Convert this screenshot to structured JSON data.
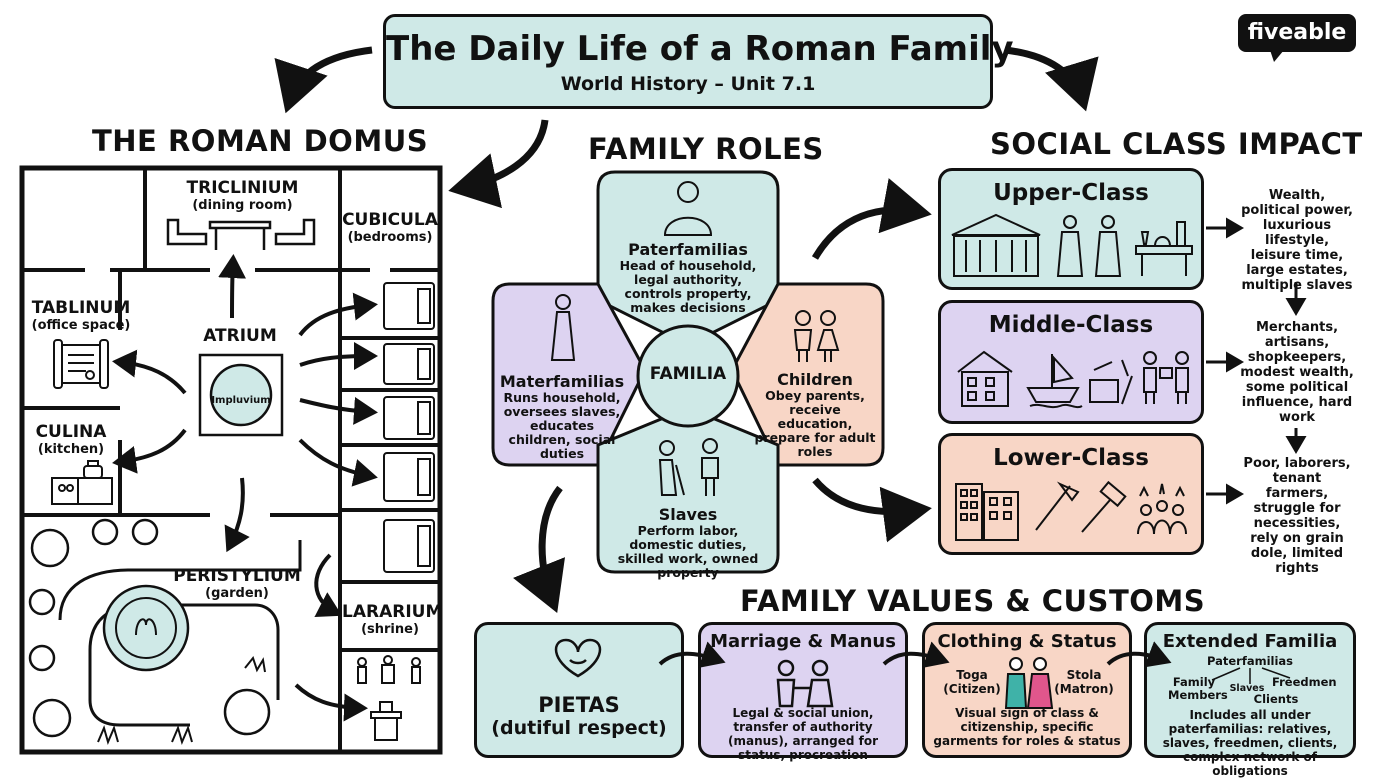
{
  "logo": "fiveable",
  "header": {
    "title": "The Daily Life of a Roman Family",
    "subtitle": "World History – Unit 7.1"
  },
  "domus": {
    "heading": "THE ROMAN DOMUS",
    "triclinium": {
      "name": "TRICLINIUM",
      "desc": "(dining room)"
    },
    "cubicula": {
      "name": "CUBICULA",
      "desc": "(bedrooms)"
    },
    "tablinum": {
      "name": "TABLINUM",
      "desc": "(office space)"
    },
    "atrium": {
      "name": "ATRIUM",
      "impluvium": "Impluvium"
    },
    "culina": {
      "name": "CULINA",
      "desc": "(kitchen)"
    },
    "peristylium": {
      "name": "PERISTYLIUM",
      "desc": "(garden)"
    },
    "lararium": {
      "name": "LARARIUM",
      "desc": "(shrine)"
    }
  },
  "roles": {
    "heading": "FAMILY ROLES",
    "center": "FAMILIA",
    "paterfamilias": {
      "title": "Paterfamilias",
      "desc": "Head of household, legal authority, controls property, makes decisions"
    },
    "materfamilias": {
      "title": "Materfamilias",
      "desc": "Runs household, oversees slaves, educates children, social duties"
    },
    "children": {
      "title": "Children",
      "desc": "Obey parents, receive education, prepare for adult roles"
    },
    "slaves": {
      "title": "Slaves",
      "desc": "Perform labor, domestic duties, skilled work, owned property"
    }
  },
  "social": {
    "heading": "SOCIAL CLASS IMPACT",
    "upper": {
      "title": "Upper-Class",
      "desc": "Wealth, political power, luxurious lifestyle, leisure time, large estates, multiple slaves"
    },
    "middle": {
      "title": "Middle-Class",
      "desc": "Merchants, artisans, shopkeepers, modest wealth, some political influence, hard work"
    },
    "lower": {
      "title": "Lower-Class",
      "desc": "Poor, laborers, tenant farmers, struggle for necessities, rely on grain dole, limited rights"
    }
  },
  "values": {
    "heading": "FAMILY VALUES & CUSTOMS",
    "pietas": {
      "title": "PIETAS",
      "desc": "(dutiful respect)"
    },
    "marriage": {
      "title": "Marriage & Manus",
      "desc": "Legal & social union, transfer of authority (manus), arranged for status, procreation"
    },
    "clothing": {
      "title": "Clothing & Status",
      "toga": "Toga",
      "toga_sub": "(Citizen)",
      "stola": "Stola",
      "stola_sub": "(Matron)",
      "desc": "Visual sign of class & citizenship, specific garments for roles & status"
    },
    "extended": {
      "title": "Extended Familia",
      "top": "Paterfamilias",
      "left": "Family Members",
      "mid": "Slaves",
      "right1": "Freedmen",
      "right2": "Clients",
      "desc": "Includes all under paterfamilias: relatives, slaves, freedmen, clients, complex network of obligations"
    }
  }
}
